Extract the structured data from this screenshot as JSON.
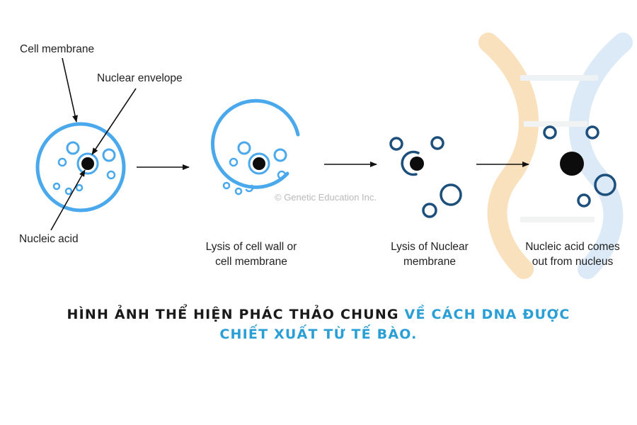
{
  "labels": {
    "cell_membrane": "Cell membrane",
    "nuclear_envelope": "Nuclear envelope",
    "nucleic_acid": "Nucleic acid"
  },
  "steps": [
    {
      "caption_line1": "Lysis of cell wall or",
      "caption_line2": "cell membrane"
    },
    {
      "caption_line1": "Lysis of Nuclear",
      "caption_line2": "membrane"
    },
    {
      "caption_line1": "Nucleic acid comes",
      "caption_line2": "out from nucleus"
    }
  ],
  "watermark": "© Genetic Education Inc.",
  "title": {
    "part_dark": "HÌNH ẢNH THỂ HIỆN PHÁC THẢO CHUNG ",
    "part_blue_1": "VỀ CÁCH DNA ĐƯỢC",
    "part_blue_2": "CHIẾT XUẤT TỪ TẾ BÀO."
  },
  "colors": {
    "membrane_blue": "#4aa8ec",
    "dark_navy": "#1d4f7c",
    "nucleus_black": "#0c0c0c",
    "title_blue": "#2a9fd6",
    "dna_watermark_orange": "#f7d7a8",
    "dna_watermark_blue": "#cfe3f3"
  }
}
